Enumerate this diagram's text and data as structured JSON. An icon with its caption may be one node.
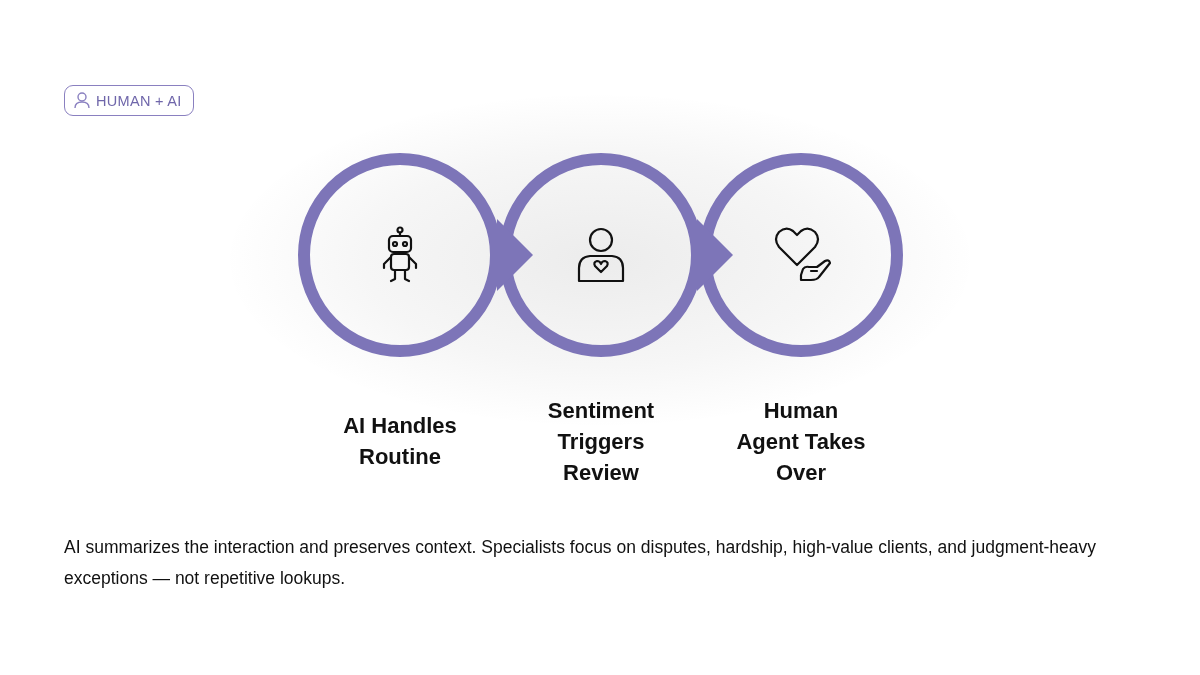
{
  "diagram": {
    "caption": "AI summarizes the interaction and preserves context. Specialists focus on disputes, hardship, high-value clients, and judgment-heavy exceptions — not repetitive lookups.",
    "nodes": [
      {
        "text": [
          "HUMAN + AI"
        ]
      },
      {
        "text": [
          "AI Handles Routine"
        ]
      },
      {
        "text": [
          "Sentiment Triggers Review"
        ]
      },
      {
        "text": [
          "Human Agent Takes Over"
        ]
      }
    ],
    "edges": [
      {
        "from": 1,
        "to": 2,
        "arrow": "to"
      },
      {
        "from": 2,
        "to": 3,
        "arrow": "to"
      }
    ]
  }
}
